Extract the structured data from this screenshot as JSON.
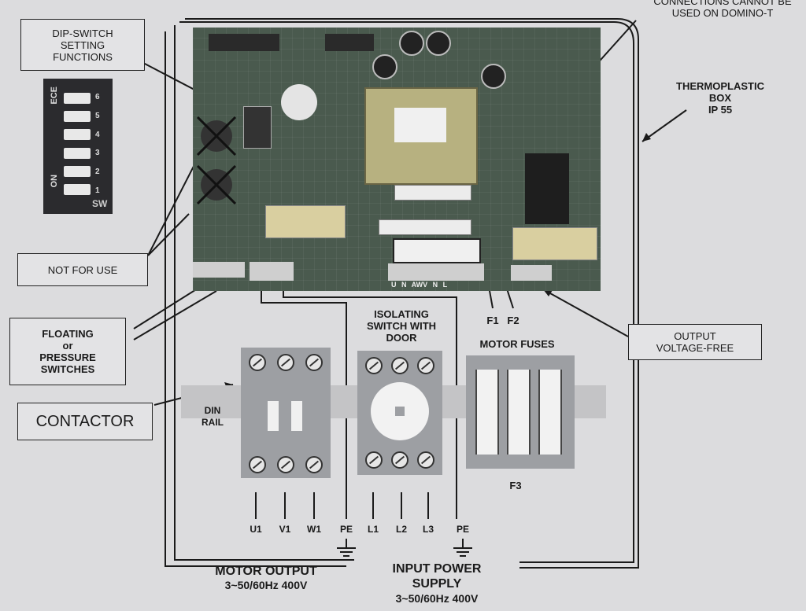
{
  "labels": {
    "dip_switch": "DIP-SWITCH\nSETTING\nFUNCTIONS",
    "not_for_use": "NOT FOR USE",
    "floating": "FLOATING\nor\nPRESSURE\nSWITCHES",
    "contactor": "CONTACTOR",
    "output": "OUTPUT\nVOLTAGE-FREE",
    "connections": "CONNECTIONS CANNOT BE\nUSED ON DOMINO-T",
    "thermo": "THERMOPLASTIC\nBOX\nIP 55",
    "isolating": "ISOLATING\nSWITCH WITH\nDOOR",
    "motor_fuses": "MOTOR FUSES",
    "din_rail": "DIN\nRAIL",
    "f1": "F1",
    "f2": "F2",
    "f3": "F3",
    "motor_output": "MOTOR OUTPUT",
    "motor_output_spec": "3~50/60Hz 400V",
    "input_power": "INPUT POWER\nSUPPLY",
    "input_power_spec": "3~50/60Hz 400V"
  },
  "dip": {
    "brand": "ECE",
    "on": "ON",
    "sw": "SW",
    "numbers": [
      "6",
      "5",
      "4",
      "3",
      "2",
      "1"
    ]
  },
  "terminals": {
    "motor": [
      "U1",
      "V1",
      "W1",
      "PE"
    ],
    "input": [
      "L1",
      "L2",
      "L3",
      "PE"
    ],
    "board_strip": "U N AWV N L"
  },
  "colors": {
    "pcb": "#4a5a4e",
    "background": "#dcdcde",
    "module": "#9d9fa3",
    "line": "#1a1a1a"
  }
}
